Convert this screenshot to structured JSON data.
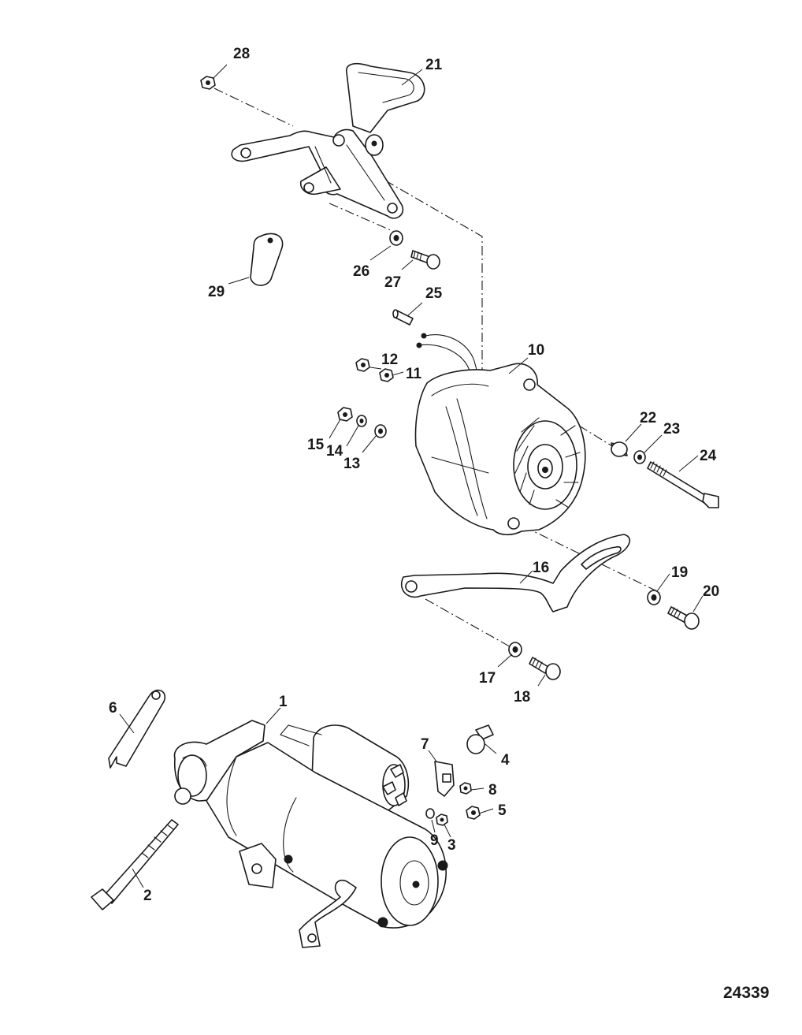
{
  "diagram": {
    "drawing_number": "24339",
    "callouts": [
      {
        "id": "c1",
        "label": "1"
      },
      {
        "id": "c2",
        "label": "2"
      },
      {
        "id": "c3",
        "label": "3"
      },
      {
        "id": "c4",
        "label": "4"
      },
      {
        "id": "c5",
        "label": "5"
      },
      {
        "id": "c6",
        "label": "6"
      },
      {
        "id": "c7",
        "label": "7"
      },
      {
        "id": "c8",
        "label": "8"
      },
      {
        "id": "c9",
        "label": "9"
      },
      {
        "id": "c10",
        "label": "10"
      },
      {
        "id": "c11",
        "label": "11"
      },
      {
        "id": "c12",
        "label": "12"
      },
      {
        "id": "c13",
        "label": "13"
      },
      {
        "id": "c14",
        "label": "14"
      },
      {
        "id": "c15",
        "label": "15"
      },
      {
        "id": "c16",
        "label": "16"
      },
      {
        "id": "c17",
        "label": "17"
      },
      {
        "id": "c18",
        "label": "18"
      },
      {
        "id": "c19",
        "label": "19"
      },
      {
        "id": "c20",
        "label": "20"
      },
      {
        "id": "c21",
        "label": "21"
      },
      {
        "id": "c22",
        "label": "22"
      },
      {
        "id": "c23",
        "label": "23"
      },
      {
        "id": "c24",
        "label": "24"
      },
      {
        "id": "c25",
        "label": "25"
      },
      {
        "id": "c26",
        "label": "26"
      },
      {
        "id": "c27",
        "label": "27"
      },
      {
        "id": "c28",
        "label": "28"
      },
      {
        "id": "c29",
        "label": "29"
      }
    ]
  }
}
